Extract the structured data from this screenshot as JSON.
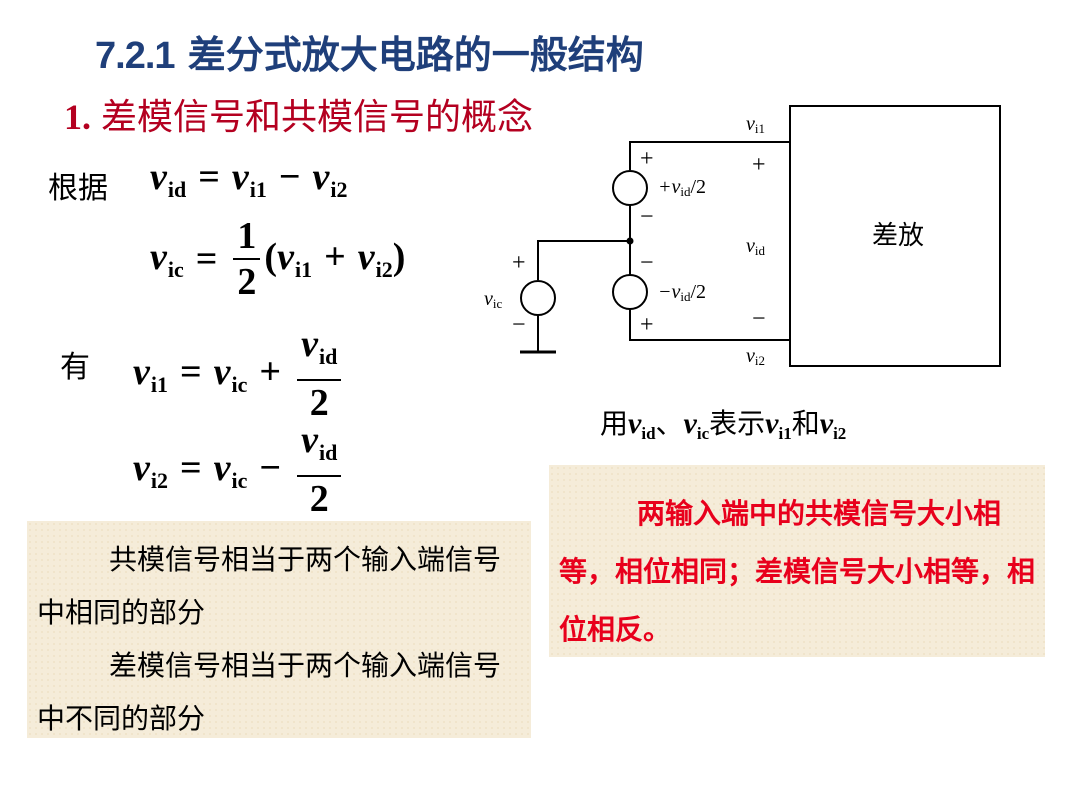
{
  "title": {
    "number": "7.2.1",
    "text": "差分式放大电路的一般结构"
  },
  "subtitle": {
    "number": "1.",
    "text": "差模信号和共模信号的概念"
  },
  "formulas": {
    "according_label": "根据",
    "have_label": "有",
    "vid_def": {
      "lhs": "v",
      "lhs_sub": "id",
      "eq": "=",
      "a": "v",
      "a_sub": "i1",
      "op": "−",
      "b": "v",
      "b_sub": "i2"
    },
    "vic_def": {
      "lhs": "v",
      "lhs_sub": "ic",
      "eq": "=",
      "num": "1",
      "den": "2",
      "lp": "(",
      "a": "v",
      "a_sub": "i1",
      "op": "+",
      "b": "v",
      "b_sub": "i2",
      "rp": ")"
    },
    "vi1_expr": {
      "lhs": "v",
      "lhs_sub": "i1",
      "eq": "=",
      "a": "v",
      "a_sub": "ic",
      "op": "+",
      "num": "v",
      "num_sub": "id",
      "den": "2"
    },
    "vi2_expr": {
      "lhs": "v",
      "lhs_sub": "i2",
      "eq": "=",
      "a": "v",
      "a_sub": "ic",
      "op": "−",
      "num": "v",
      "num_sub": "id",
      "den": "2"
    }
  },
  "circuit": {
    "amp_label": "差放",
    "vi1_label": "v",
    "vi1_sub": "i1",
    "vi2_label": "v",
    "vi2_sub": "i2",
    "vid_label": "v",
    "vid_sub": "id",
    "vic_label": "v",
    "vic_sub": "ic",
    "top_source_label": "+v",
    "top_source_sub": "id",
    "top_source_suffix": "/2",
    "bottom_source_label": "−v",
    "bottom_source_sub": "id",
    "bottom_source_suffix": "/2",
    "plus": "+",
    "minus": "−"
  },
  "caption": {
    "prefix": "用",
    "v": "v",
    "id": "id",
    "sep": "、",
    "ic": "ic",
    "mid": "表示",
    "i1": "i1",
    "and": "和",
    "i2": "i2"
  },
  "notes": {
    "common_mode": "共模信号相当于两个输入端信号中相同的部分",
    "diff_mode": "差模信号相当于两个输入端信号中不同的部分"
  },
  "highlight": "两输入端中的共模信号大小相等，相位相同；差模信号大小相等，相位相反。",
  "colors": {
    "title": "#1f3f7a",
    "subtitle": "#b40020",
    "highlight": "#e8001c",
    "box_bg": "#f5ecd9"
  }
}
